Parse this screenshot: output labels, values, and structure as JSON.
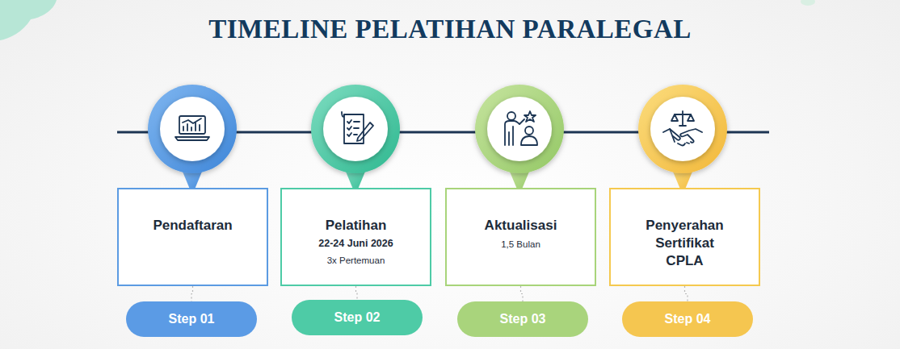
{
  "diagram": {
    "title": "TIMELINE PELATIHAN PARALEGAL",
    "nodes": [
      {
        "text": [
          "Pendaftaran"
        ]
      },
      {
        "text": [
          "Pelatihan",
          "22-24 Juni 2026",
          "3x Pertemuan"
        ]
      },
      {
        "text": [
          "Aktualisasi",
          "1,5 Bulan"
        ]
      },
      {
        "text": [
          "Penyerahan Sertifikat CPLA"
        ]
      },
      {
        "text": [
          "Step 01"
        ]
      },
      {
        "text": [
          "Step 02"
        ]
      },
      {
        "text": [
          "Step 03"
        ]
      },
      {
        "text": [
          "Step 04"
        ]
      }
    ],
    "edges": [
      {
        "from": 0,
        "to": 4,
        "arrow": "none"
      },
      {
        "from": 1,
        "to": 5,
        "arrow": "none"
      },
      {
        "from": 2,
        "to": 6,
        "arrow": "none"
      },
      {
        "from": 3,
        "to": 7,
        "arrow": "none"
      }
    ]
  }
}
